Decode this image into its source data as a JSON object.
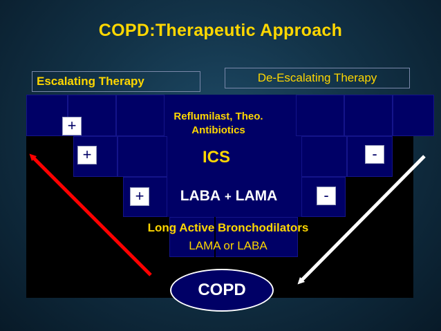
{
  "title": "COPD:Therapeutic Approach",
  "escalating_label": "Escalating Therapy",
  "deescalating_label": "De-Escalating Therapy",
  "tiers": {
    "top_line1": "Reflumilast, Theo.",
    "top_line2": "Antibiotics",
    "ics": "ICS",
    "laba": "LABA",
    "plus_word": "+",
    "lama": "LAMA",
    "bronch_line1": "Long Active Bronchodilators",
    "bronch_line2": "LAMA or LABA"
  },
  "signs": {
    "plus": "+",
    "minus": "-"
  },
  "base_label": "COPD",
  "colors": {
    "title": "#ffd700",
    "tier_fill": "#000066",
    "escalate_arrow": "#ff0000",
    "deescalate_arrow": "#ffffff",
    "copd_oval": "#000066"
  }
}
